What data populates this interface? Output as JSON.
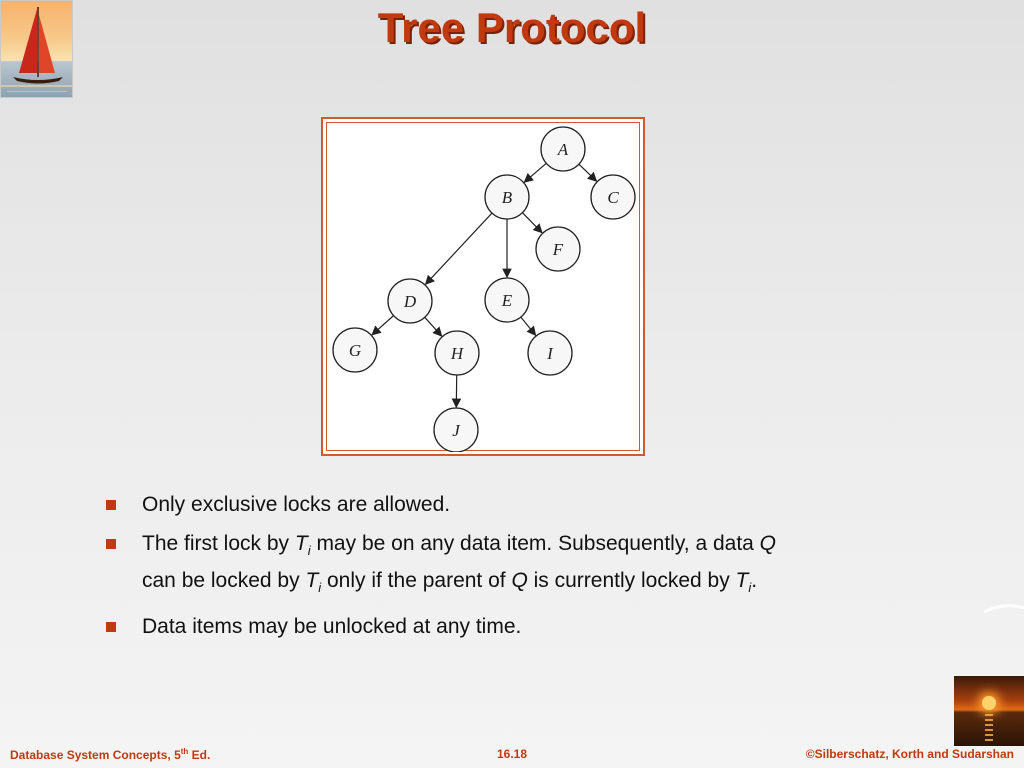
{
  "slide": {
    "title": "Tree Protocol"
  },
  "diagram": {
    "nodes": [
      {
        "id": "A",
        "label": "A"
      },
      {
        "id": "B",
        "label": "B"
      },
      {
        "id": "C",
        "label": "C"
      },
      {
        "id": "F",
        "label": "F"
      },
      {
        "id": "D",
        "label": "D"
      },
      {
        "id": "E",
        "label": "E"
      },
      {
        "id": "G",
        "label": "G"
      },
      {
        "id": "H",
        "label": "H"
      },
      {
        "id": "I",
        "label": "I"
      },
      {
        "id": "J",
        "label": "J"
      }
    ],
    "edges": [
      [
        "A",
        "B"
      ],
      [
        "A",
        "C"
      ],
      [
        "B",
        "F"
      ],
      [
        "B",
        "D"
      ],
      [
        "B",
        "E"
      ],
      [
        "D",
        "G"
      ],
      [
        "D",
        "H"
      ],
      [
        "E",
        "I"
      ],
      [
        "H",
        "J"
      ]
    ]
  },
  "bullets": {
    "b1": "Only exclusive locks are allowed.",
    "b2": {
      "p1": "The first lock by ",
      "t1": "T",
      "s1": "i",
      "p2": " may be on any data item. Subsequently, a data ",
      "q1": "Q",
      "p3": "can be locked by ",
      "t2": "T",
      "s2": "i",
      "p4": " only if the parent of ",
      "q2": "Q",
      "p5": " is currently locked by ",
      "t3": "T",
      "s3": "i",
      "p6": "."
    },
    "b3": "Data items may be unlocked at any time."
  },
  "footer": {
    "left": "Database System Concepts, 5",
    "left_sup": "th",
    "left_end": " Ed.",
    "center": "16.18",
    "right": "©Silberschatz, Korth and Sudarshan"
  },
  "colors": {
    "accent": "#c0390f",
    "frame": "#d35a2e"
  },
  "icons": {
    "top_left": "sailboat-logo",
    "bottom_right": "sunset-logo"
  }
}
